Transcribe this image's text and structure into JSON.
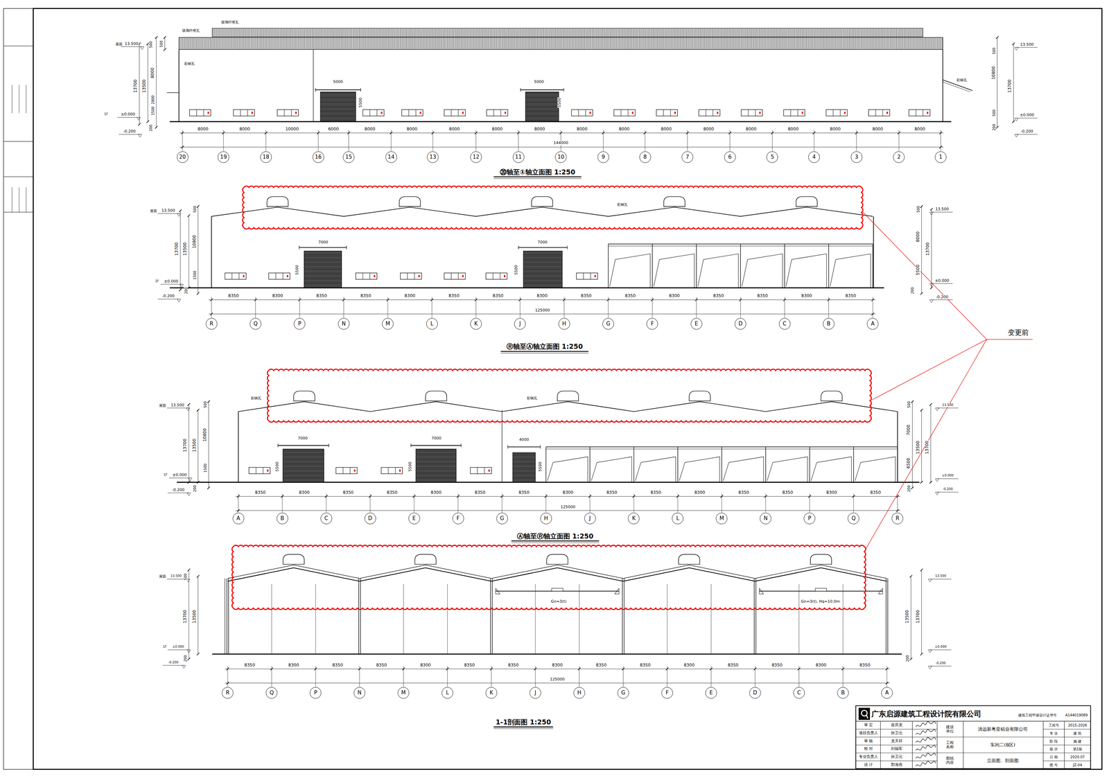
{
  "diagram": {
    "nodes": [
      {
        "text": [
          "20"
        ]
      },
      {
        "text": [
          "19"
        ]
      },
      {
        "text": [
          "18"
        ]
      },
      {
        "text": [
          "16"
        ]
      },
      {
        "text": [
          "15"
        ]
      },
      {
        "text": [
          "14"
        ]
      },
      {
        "text": [
          "13"
        ]
      },
      {
        "text": [
          "12"
        ]
      },
      {
        "text": [
          "11"
        ]
      },
      {
        "text": [
          "10"
        ]
      },
      {
        "text": [
          "9"
        ]
      },
      {
        "text": [
          "8"
        ]
      },
      {
        "text": [
          "7"
        ]
      },
      {
        "text": [
          "6"
        ]
      },
      {
        "text": [
          "5"
        ]
      },
      {
        "text": [
          "4"
        ]
      },
      {
        "text": [
          "3"
        ]
      },
      {
        "text": [
          "2"
        ]
      },
      {
        "text": [
          "1"
        ]
      },
      {
        "text": [
          "R"
        ]
      },
      {
        "text": [
          "Q"
        ]
      },
      {
        "text": [
          "P"
        ]
      },
      {
        "text": [
          "N"
        ]
      },
      {
        "text": [
          "M"
        ]
      },
      {
        "text": [
          "L"
        ]
      },
      {
        "text": [
          "K"
        ]
      },
      {
        "text": [
          "J"
        ]
      },
      {
        "text": [
          "H"
        ]
      },
      {
        "text": [
          "G"
        ]
      },
      {
        "text": [
          "F"
        ]
      },
      {
        "text": [
          "E"
        ]
      },
      {
        "text": [
          "D"
        ]
      },
      {
        "text": [
          "C"
        ]
      },
      {
        "text": [
          "B"
        ]
      },
      {
        "text": [
          "A"
        ]
      },
      {
        "text": [
          "A"
        ]
      },
      {
        "text": [
          "B"
        ]
      },
      {
        "text": [
          "C"
        ]
      },
      {
        "text": [
          "D"
        ]
      },
      {
        "text": [
          "E"
        ]
      },
      {
        "text": [
          "F"
        ]
      },
      {
        "text": [
          "G"
        ]
      },
      {
        "text": [
          "H"
        ]
      },
      {
        "text": [
          "J"
        ]
      },
      {
        "text": [
          "K"
        ]
      },
      {
        "text": [
          "L"
        ]
      },
      {
        "text": [
          "M"
        ]
      },
      {
        "text": [
          "N"
        ]
      },
      {
        "text": [
          "P"
        ]
      },
      {
        "text": [
          "Q"
        ]
      },
      {
        "text": [
          "R"
        ]
      },
      {
        "text": [
          "R"
        ]
      },
      {
        "text": [
          "Q"
        ]
      },
      {
        "text": [
          "P"
        ]
      },
      {
        "text": [
          "N"
        ]
      },
      {
        "text": [
          "M"
        ]
      },
      {
        "text": [
          "L"
        ]
      },
      {
        "text": [
          "K"
        ]
      },
      {
        "text": [
          "J"
        ]
      },
      {
        "text": [
          "H"
        ]
      },
      {
        "text": [
          "G"
        ]
      },
      {
        "text": [
          "F"
        ]
      },
      {
        "text": [
          "E"
        ]
      },
      {
        "text": [
          "D"
        ]
      },
      {
        "text": [
          "C"
        ]
      },
      {
        "text": [
          "B"
        ]
      },
      {
        "text": [
          "A"
        ]
      }
    ],
    "labels": [
      "玻璃纤维瓦",
      "玻璃纤维瓦",
      "屋面",
      "13.500",
      "500",
      "500",
      "13700",
      "13500",
      "8000",
      "2800",
      "1500",
      "200",
      "1F",
      "±0.000",
      "-0.200",
      "13.500",
      "500",
      "10800",
      "13700",
      "500",
      "200",
      "±0.000",
      "-0.200",
      "彩钢瓦",
      "彩钢瓦",
      "5000",
      "5500",
      "5000",
      "5500",
      "8000",
      "8000",
      "10000",
      "6000",
      "8000",
      "8000",
      "8000",
      "8000",
      "8000",
      "8000",
      "8000",
      "8000",
      "8000",
      "8000",
      "8000",
      "8000",
      "8000",
      "8000",
      "144000",
      "⑳轴至①轴立面图 1:250",
      "彩钢瓦",
      "屋面",
      "13.500",
      "500",
      "13700",
      "13500",
      "10800",
      "1500",
      "200",
      "1F",
      "±0.000",
      "-0.200",
      "13.500",
      "500",
      "8000",
      "13700",
      "5500",
      "±0.000",
      "-0.200",
      "200",
      "7000",
      "5500",
      "7000",
      "5500",
      "8350",
      "8300",
      "8350",
      "8350",
      "8300",
      "8350",
      "8350",
      "8300",
      "8350",
      "8350",
      "8300",
      "8350",
      "8350",
      "8300",
      "8350",
      "125000",
      "Ⓡ轴至Ⓐ轴立面图 1:250",
      "彩钢瓦",
      "彩钢瓦",
      "屋面",
      "13.500",
      "500",
      "13700",
      "13500",
      "10800",
      "1500",
      "200",
      "1F",
      "±0.000",
      "-0.200",
      "13.500",
      "500",
      "7000",
      "13500",
      "13700",
      "6500",
      "±0.000",
      "-0.200",
      "200",
      "7000",
      "5500",
      "7000",
      "5500",
      "4000",
      "5500",
      "8350",
      "8300",
      "8350",
      "8350",
      "8300",
      "8350",
      "8350",
      "8300",
      "8350",
      "8350",
      "8300",
      "8350",
      "8350",
      "8300",
      "8350",
      "125000",
      "Ⓐ轴至Ⓡ轴立面图 1:250",
      "屋面",
      "13.500",
      "500",
      "13700",
      "13500",
      "200",
      "1F",
      "±0.000",
      "-0.200",
      "13.500",
      "13500",
      "13700",
      "±0.000",
      "-0.200",
      "200",
      "Gn=3(t)",
      "Gn=3(t), Hq=10.0m",
      "8350",
      "8300",
      "8350",
      "8350",
      "8300",
      "8350",
      "8350",
      "8300",
      "8350",
      "8350",
      "8300",
      "8350",
      "8350",
      "8300",
      "8350",
      "125000",
      "1-1剖面图 1:250",
      "变更前",
      "广东启源建筑工程设计院有限公司",
      "建筑工程甲级设计证书号",
      "A144019089",
      "审 定",
      "曾庆龙",
      "项目负责人",
      "孙卫元",
      "审 核",
      "龙天祥",
      "校 对",
      "刘福军",
      "专业负责人",
      "孙卫元",
      "设 计",
      "郭海燕",
      "建设单位",
      "清远新粤亚铝业有限公司",
      "工程名称",
      "车间二(B区)",
      "图纸内容",
      "立面图、剖面图",
      "工程号",
      "2015-2026",
      "专 业",
      "建 筑",
      "阶 段",
      "施 建",
      "版 次",
      "第1版",
      "日 期",
      "2020.07",
      "图 号",
      "JZ-04"
    ]
  }
}
